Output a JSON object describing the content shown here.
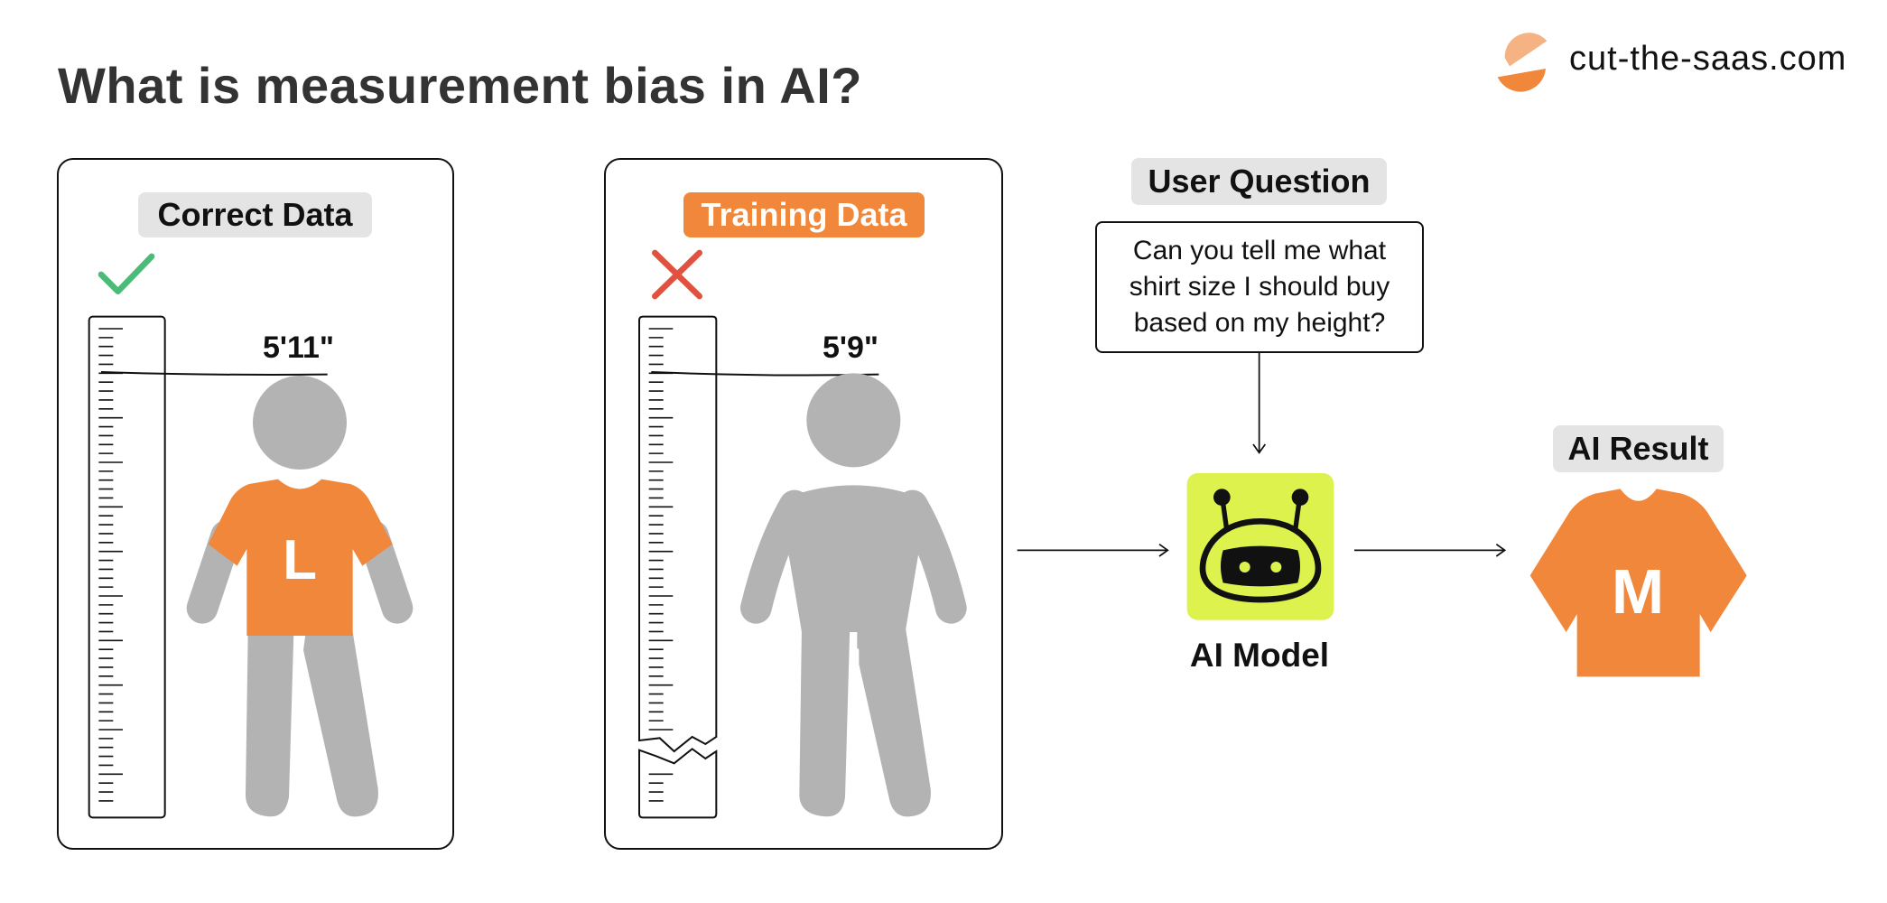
{
  "title": "What is measurement bias in AI?",
  "logo": {
    "text": "cut-the-saas.com",
    "colors": [
      "#f5b383",
      "#f0873a"
    ]
  },
  "correct_panel": {
    "label": "Correct Data",
    "height": "5'11\"",
    "shirt_size": "L",
    "status_icon": "check-icon",
    "status_color": "#4cba78"
  },
  "training_panel": {
    "label": "Training Data",
    "height": "5'9\"",
    "status_icon": "cross-icon",
    "status_color": "#e0523f"
  },
  "user_question": {
    "label": "User Question",
    "text": "Can you tell me what shirt size I should buy based on my height?"
  },
  "ai_model": {
    "label": "AI Model",
    "color": "#def24e"
  },
  "ai_result": {
    "label": "AI Result",
    "shirt_size": "M"
  },
  "colors": {
    "accent": "#f0873a",
    "figure": "#b3b3b3",
    "tag_gray": "#e4e4e4"
  }
}
